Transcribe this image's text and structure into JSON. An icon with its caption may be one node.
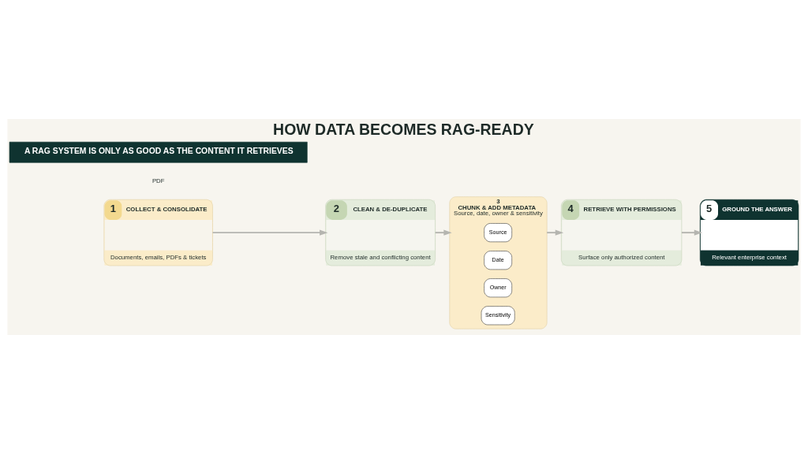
{
  "diagram": {
    "title": "HOW DATA BECOMES RAG-READY",
    "nodes": [
      {
        "text": [
          "1",
          "COLLECT & CONSOLIDATE",
          "Documents, emails, PDFs & tickets"
        ]
      },
      {
        "text": [
          "2",
          "CLEAN & DE-DUPLICATE",
          "Remove stale and conflicting content"
        ]
      },
      {
        "text": [
          "3",
          "CHUNK & ADD METADATA",
          "Source, date, owner & sensitivity"
        ]
      },
      {
        "text": [
          "Source"
        ],
        "in": 2
      },
      {
        "text": [
          "Date"
        ],
        "in": 2
      },
      {
        "text": [
          "Owner"
        ],
        "in": 2
      },
      {
        "text": [
          "Sensitivity"
        ],
        "in": 2
      },
      {
        "text": [
          "4",
          "RETRIEVE WITH PERMISSIONS",
          "Surface only authorized content"
        ]
      },
      {
        "text": [
          "5",
          "GROUND THE ANSWER",
          "Relevant enterprise context"
        ]
      }
    ],
    "edges": [
      {
        "from": 0,
        "to": 1,
        "arrow": "to"
      },
      {
        "from": 1,
        "to": 2,
        "arrow": "to"
      },
      {
        "from": 2,
        "to": 7,
        "arrow": "to"
      },
      {
        "from": 7,
        "to": 8,
        "arrow": "to"
      }
    ],
    "labels": [
      "PDF",
      "A RAG SYSTEM IS ONLY AS GOOD AS THE CONTENT IT RETRIEVES"
    ]
  }
}
